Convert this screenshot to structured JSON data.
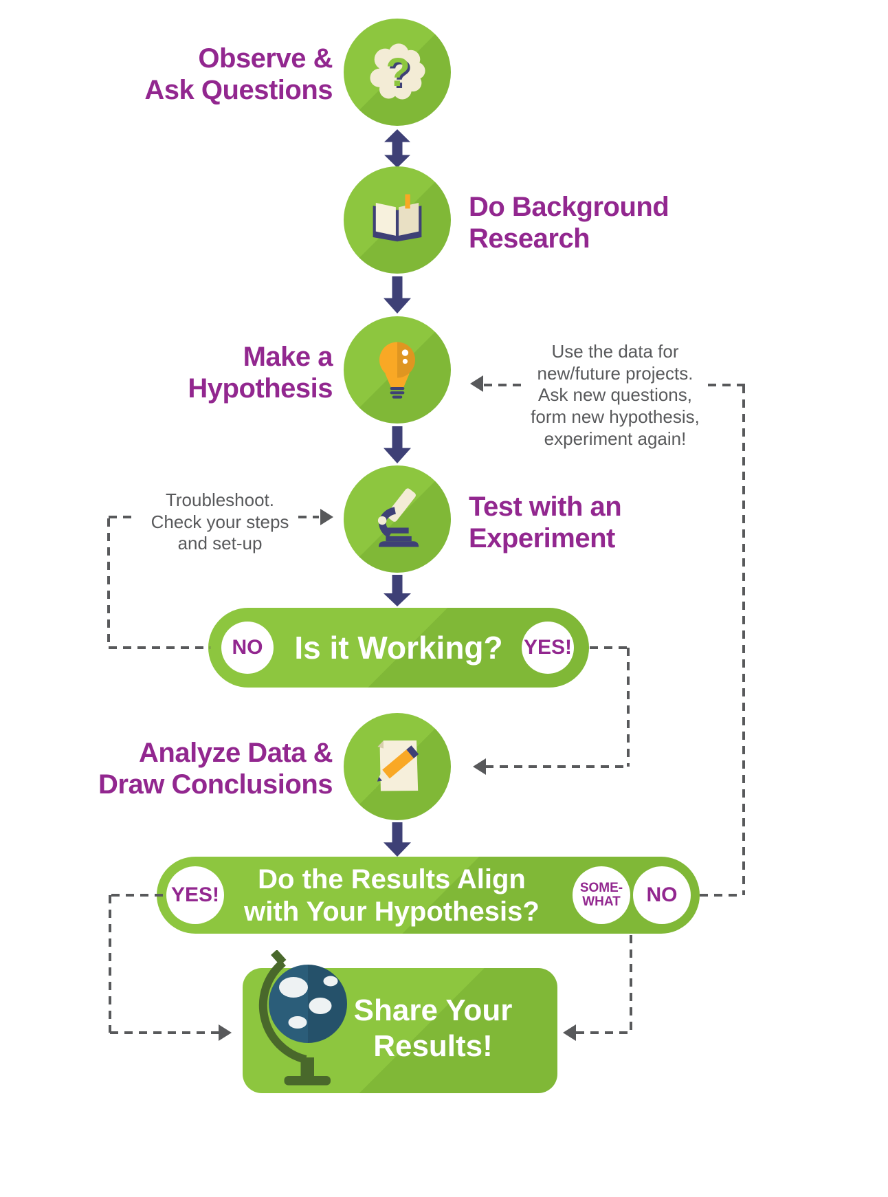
{
  "palette": {
    "green": "#8dc63f",
    "green-shade": "#80b837",
    "purple": "#92278f",
    "navy": "#3e4076",
    "gray": "#58595b",
    "yellow": "#f9a825",
    "cream": "#f3ecd6",
    "globe-blue": "#2b5d79",
    "stand-green": "#49682b",
    "white": "#ffffff"
  },
  "steps": {
    "observe": {
      "line1": "Observe &",
      "line2": "Ask Questions",
      "icon": "brain-question-icon"
    },
    "research": {
      "line1": "Do Background",
      "line2": "Research",
      "icon": "open-book-icon"
    },
    "hypothesis": {
      "line1": "Make a",
      "line2": "Hypothesis",
      "icon": "lightbulb-icon"
    },
    "experiment": {
      "line1": "Test with an",
      "line2": "Experiment",
      "icon": "microscope-icon"
    },
    "analyze": {
      "line1": "Analyze Data &",
      "line2": "Draw Conclusions",
      "icon": "paper-pencil-icon"
    }
  },
  "decisions": {
    "working": {
      "question": "Is it Working?",
      "no": "NO",
      "yes": "YES!"
    },
    "align": {
      "line1": "Do the Results Align",
      "line2": "with Your Hypothesis?",
      "yes": "YES!",
      "somewhat_line1": "SOME-",
      "somewhat_line2": "WHAT",
      "no": "NO"
    }
  },
  "share": {
    "line1": "Share Your",
    "line2": "Results!",
    "icon": "globe-icon"
  },
  "annotations": {
    "reuse": {
      "lines": [
        "Use the data for",
        "new/future projects.",
        "Ask new questions,",
        "form new hypothesis,",
        "experiment again!"
      ]
    },
    "troubleshoot": {
      "lines": [
        "Troubleshoot.",
        "Check your steps",
        "and set-up"
      ]
    }
  },
  "icons": {
    "question_mark": "?"
  }
}
